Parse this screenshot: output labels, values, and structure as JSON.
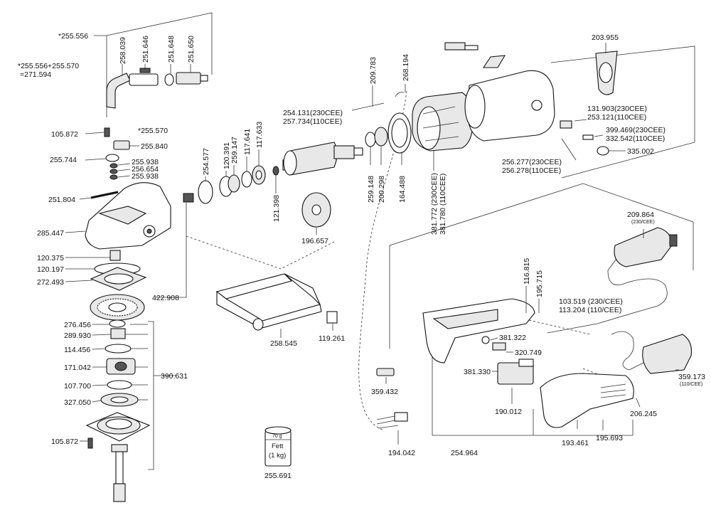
{
  "labels": {
    "l255556": "*255.556",
    "lcombo1": "*255.556+255.570",
    "lcombo2": "=271.594",
    "l258039": "258.039",
    "l251646": "251.646",
    "l251648": "251.648",
    "l251650": "251.650",
    "l105872a": "105.872",
    "l255570": "*255.570",
    "l255840": "255.840",
    "l255744": "255.744",
    "l255938a": "255.938",
    "l256654": "256.654",
    "l255938b": "255.938",
    "l251804": "251.804",
    "l285447": "285.447",
    "l120375": "120.375",
    "l120197": "120.197",
    "l272493": "272.493",
    "l422908": "422.908",
    "l276456": "276.456",
    "l289930": "289.930",
    "l114456": "114.456",
    "l171042": "171.042",
    "l390631": "390.631",
    "l107700": "107.700",
    "l327050": "327.050",
    "l105872b": "105.872",
    "l254577": "254.577",
    "l120391": "120.391",
    "l259147": "259.147",
    "l117641": "117.641",
    "l117633": "117.633",
    "l121398": "121.398",
    "l254131": "254.131(230CEE)",
    "l257734": "257.734(110CEE)",
    "l196657": "196.657",
    "l209783": "209.783",
    "l268194": "268.194",
    "l259148": "259.148",
    "l200298": "200.298",
    "l164488": "164.488",
    "l381772": "381.772 (230CEE)",
    "l381780": "381.780 (110CEE)",
    "l203955": "203.955",
    "l131903": "131.903(230CEE)",
    "l253121": "253.121(110CEE)",
    "l399469": "399.469(230CEE)",
    "l332542": "332.542(110CEE)",
    "l335002": "335.002",
    "l256277": "256.277(230CEE)",
    "l256278": "256.278(110CEE)",
    "l209864": "209.864",
    "l209864s": "(230/CEE)",
    "l116815": "116.815",
    "l195715": "195.715",
    "l103519": "103.519 (230/CEE)",
    "l113204": "113.204 (110/CEE)",
    "l381322": "381.322",
    "l320749": "320.749",
    "l381330": "381.330",
    "l190012": "190.012",
    "l359432": "359.432",
    "l359173": "359.173",
    "l359173s": "(110/CEE)",
    "l206245": "206.245",
    "l193461": "193.461",
    "l195693": "195.693",
    "l194042": "194.042",
    "l254964": "254.964",
    "l258545": "258.545",
    "l119261": "119.261",
    "l255691": "255.691"
  },
  "grease": {
    "weight": "70 g",
    "line1": "Fett",
    "line2": "(1 kg)"
  }
}
